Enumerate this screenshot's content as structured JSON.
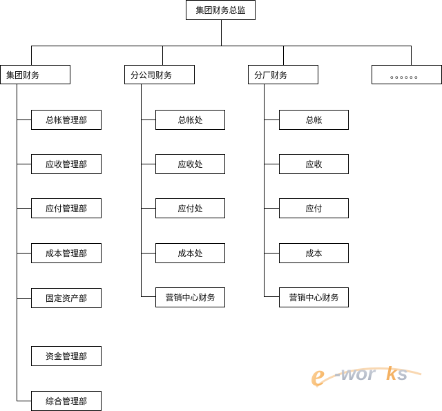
{
  "root": {
    "label": "集团财务总监"
  },
  "columns": [
    {
      "head": "集团财务",
      "items": [
        "总帐管理部",
        "应收管理部",
        "应付管理部",
        "成本管理部",
        "固定资产部",
        "资金管理部",
        "综合管理部"
      ]
    },
    {
      "head": "分公司财务",
      "items": [
        "总帐处",
        "应收处",
        "应付处",
        "成本处",
        "营销中心财务"
      ]
    },
    {
      "head": "分厂财务",
      "items": [
        "总帐",
        "应收",
        "应付",
        "成本",
        "营销中心财务"
      ]
    },
    {
      "head": "。。。。。。",
      "items": []
    }
  ],
  "watermark": {
    "text": "e-works"
  }
}
